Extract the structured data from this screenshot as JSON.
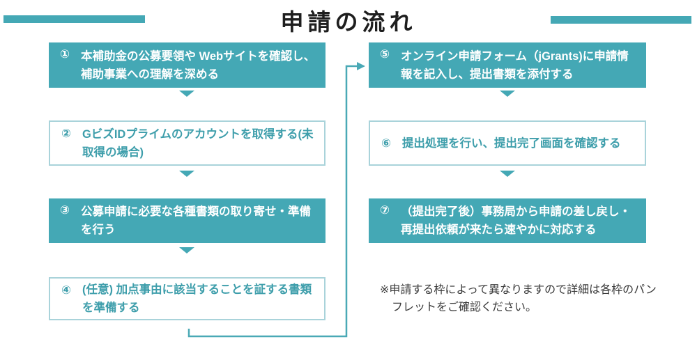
{
  "title": "申請の流れ",
  "colors": {
    "teal": "#44A8B5",
    "teal_border": "#A9D3DA",
    "teal_text": "#3E9EAB",
    "title_text": "#1E1E1E",
    "note_text": "#3A3A3A",
    "connector": "#4AA9B6"
  },
  "flow": {
    "left": [
      {
        "num": "①",
        "text": "本補助金の公募要領や Webサイトを確認し、補助事業への理解を深める"
      },
      {
        "num": "②",
        "text": "GビズIDプライムのアカウントを取得する(未取得の場合)"
      },
      {
        "num": "③",
        "text": "公募申請に必要な各種書類の取り寄せ・準備を行う"
      },
      {
        "num": "④",
        "text": "(任意) 加点事由に該当することを証する書類を準備する"
      }
    ],
    "right": [
      {
        "num": "⑤",
        "text": "オンライン申請フォーム（jGrants)に申請情報を記入し、提出書類を添付する"
      },
      {
        "num": "⑥",
        "text": "提出処理を行い、提出完了画面を確認する"
      },
      {
        "num": "⑦",
        "text": "（提出完了後）事務局から申請の差し戻し・再提出依頼が来たら速やかに対応する"
      }
    ]
  },
  "note": "※申請する枠によって異なりますので詳細は各枠のパンフレットをご確認ください。"
}
